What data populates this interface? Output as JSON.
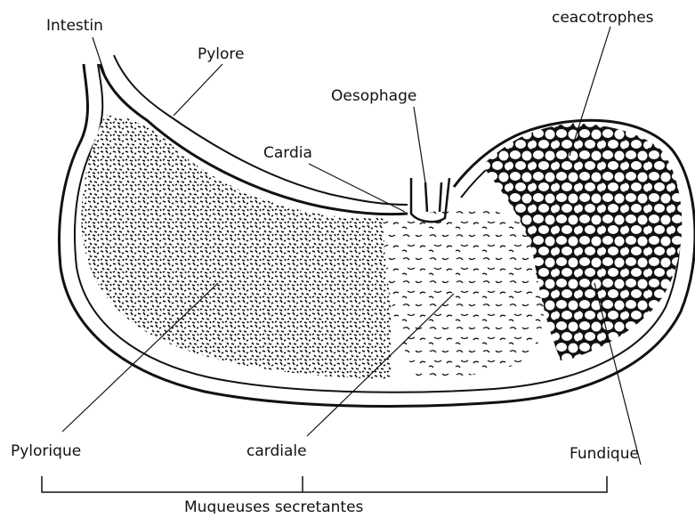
{
  "labels": {
    "intestin": "Intestin",
    "pylore": "Pylore",
    "ceacotrophes": "ceacotrophes",
    "oesophage": "Oesophage",
    "cardia": "Cardia",
    "pylorique": "Pylorique",
    "cardiale": "cardiale",
    "fundique": "Fundique",
    "muqueuses": "Muqueuses secretantes"
  },
  "colors": {
    "ink": "#111111",
    "paper": "#ffffff"
  }
}
